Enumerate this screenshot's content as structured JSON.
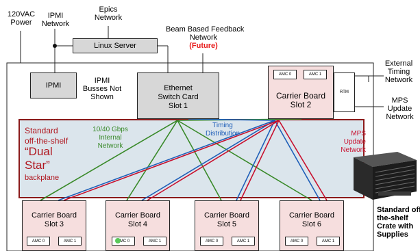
{
  "labels": {
    "power": [
      "120VAC",
      "Power"
    ],
    "ipmi_network": [
      "IPMI",
      "Network"
    ],
    "epics_network": [
      "Epics",
      "Network"
    ],
    "bbf_network": [
      "Beam Based Feedback",
      "Network"
    ],
    "bbf_future": "(Future)",
    "external_timing": [
      "External",
      "Timing",
      "Network"
    ],
    "mps_update_right": [
      "MPS",
      "Update",
      "Network"
    ],
    "ipmi_busses": [
      "IPMI",
      "Busses Not",
      "Shown"
    ]
  },
  "linux_server": "Linux Server",
  "ipmi_box": "IPMI",
  "switch_card": [
    "Ethernet",
    "Switch Card",
    "Slot 1"
  ],
  "carrier_slot2": [
    "Carrier Board",
    "Slot 2"
  ],
  "rtm": "RTM",
  "backplane": {
    "standard": [
      "Standard",
      "off-the-shelf"
    ],
    "dual": "“Dual",
    "star": "Star”",
    "backplane_word": "backplane",
    "gbps": [
      "10/40 Gbps",
      "Internal",
      "Network"
    ],
    "timing": [
      "Timing",
      "Distribution"
    ],
    "mps": [
      "MPS",
      "Update",
      "Network"
    ]
  },
  "amc": {
    "a0": "AMC 0",
    "a1": "AMC 1"
  },
  "carrier_boards": [
    {
      "line1": "Carrier Board",
      "line2": "Slot 3"
    },
    {
      "line1": "Carrier Board",
      "line2": "Slot 4"
    },
    {
      "line1": "Carrier Board",
      "line2": "Slot 5"
    },
    {
      "line1": "Carrier Board",
      "line2": "Slot 6"
    }
  ],
  "crate_caption": [
    "Standard off",
    "the-shelf",
    "Crate with",
    "Supplies"
  ],
  "colors": {
    "gray_box": "#d7d7d7",
    "pink_box": "#f6dede",
    "backplane_fill": "#dbe5ec",
    "backplane_border": "#8b1a1a",
    "red_text": "#b0171f",
    "future_red": "#e81b1b",
    "ethernet_green": "#3a8a2a",
    "timing_blue": "#1f5fb8",
    "mps_red": "#c8102e"
  },
  "links": {
    "ethernet": [
      "slot3",
      "slot4",
      "slot5",
      "slot6",
      "slot2"
    ],
    "timing": [
      "slot3",
      "slot4",
      "slot5",
      "slot6",
      "slot1"
    ],
    "mps": [
      "slot3",
      "slot4",
      "slot5",
      "slot6"
    ]
  }
}
